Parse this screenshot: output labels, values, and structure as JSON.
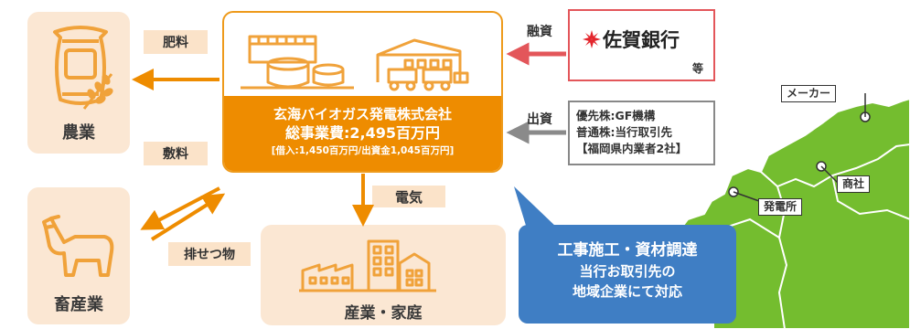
{
  "left": {
    "agriculture_label": "農業",
    "livestock_label": "畜産業",
    "fertilizer_label": "肥料",
    "bedding_label": "敷料",
    "manure_label": "排せつ物"
  },
  "company": {
    "name": "玄海バイオガス発電株式会社",
    "total_cost": "総事業費:2,495百万円",
    "breakdown": "[借入:1,450百万円/出資金1,045百万円]"
  },
  "electricity_label": "電気",
  "industry_label": "産業・家庭",
  "financing": {
    "label": "融資",
    "bank_name": "佐賀銀行",
    "bank_suffix": "等"
  },
  "investment": {
    "label": "出資",
    "lines": [
      "優先株:GF機構",
      "普通株:当行取引先",
      "【福岡県内業者2社】"
    ]
  },
  "callout": {
    "lines": [
      "工事施工・資材調達",
      "当行お取引先の",
      "地域企業にて対応"
    ]
  },
  "map": {
    "maker_label": "メーカー",
    "trading_label": "商社",
    "plant_label": "発電所"
  },
  "colors": {
    "orange": "#ee8c00",
    "peach": "#fbe7d3",
    "red": "#e3565a",
    "blue": "#3f7ec4",
    "green": "#74bd2f"
  }
}
